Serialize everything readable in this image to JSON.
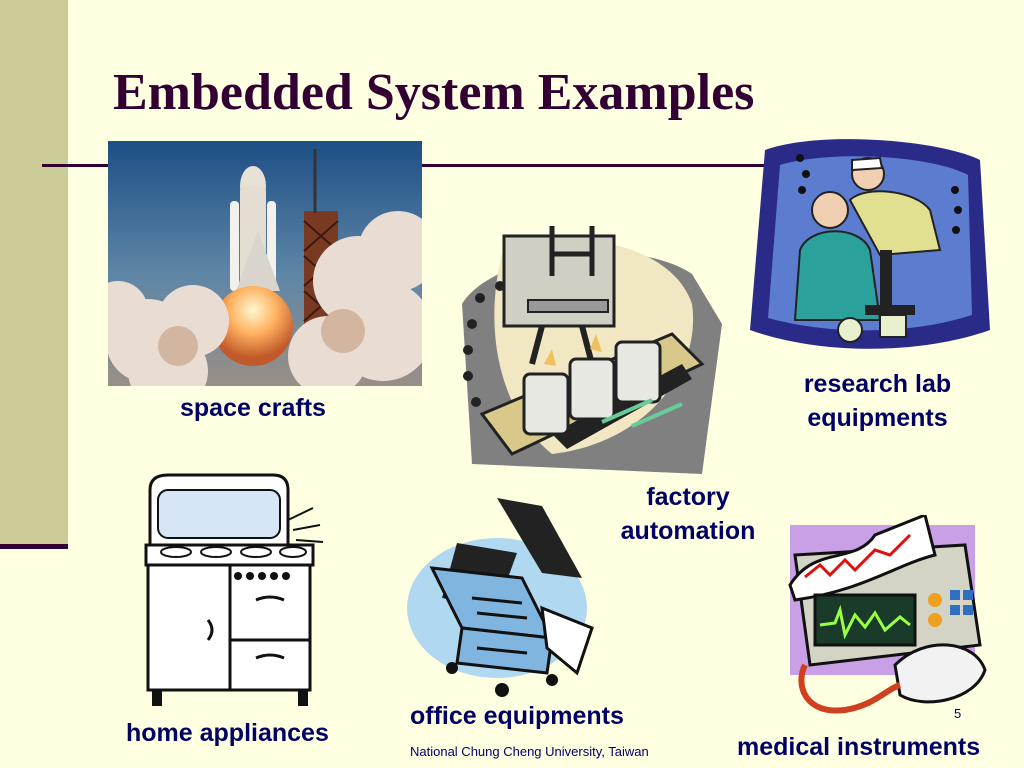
{
  "slide": {
    "title": "Embedded System Examples",
    "page_number": "5",
    "footer": "National Chung Cheng University, Taiwan"
  },
  "items": [
    {
      "caption": "space crafts",
      "icon": "space-shuttle-photo"
    },
    {
      "caption_line1": "research lab",
      "caption_line2": "equipments",
      "icon": "lab-researchers-clipart"
    },
    {
      "caption_line1": "factory",
      "caption_line2": "automation",
      "icon": "factory-robot-clipart"
    },
    {
      "caption": "home appliances",
      "icon": "stove-clipart"
    },
    {
      "caption": "office equipments",
      "icon": "copier-clipart"
    },
    {
      "caption": "medical instruments",
      "icon": "medical-monitor-clipart"
    }
  ],
  "colors": {
    "background": "#FFFFE1",
    "sidebar": "#CCCC99",
    "title": "#330033",
    "caption": "#000066"
  }
}
